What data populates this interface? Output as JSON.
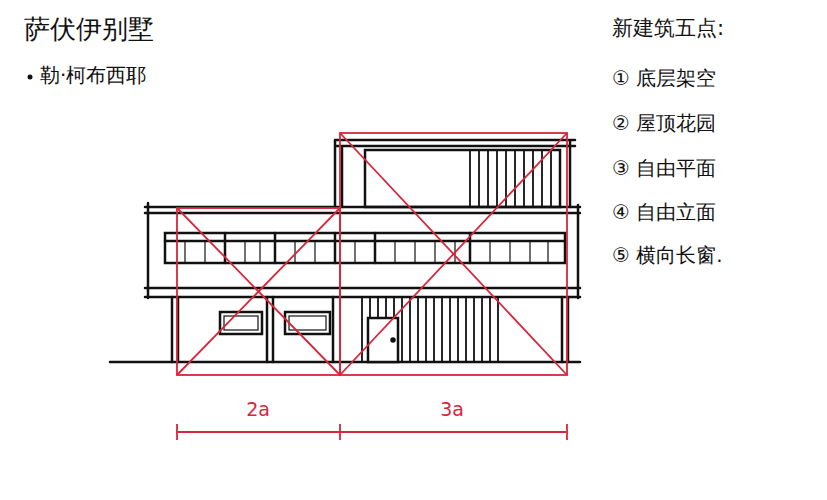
{
  "diagram": {
    "title": "萨伏伊别墅",
    "labels": [
      "勒·柯布西耶",
      "新建筑五点:",
      "① 底层架空",
      "② 屋顶花园",
      "③ 自由平面",
      "④ 自由立面",
      "⑤ 横向长窗.",
      "2a",
      "3a"
    ]
  }
}
